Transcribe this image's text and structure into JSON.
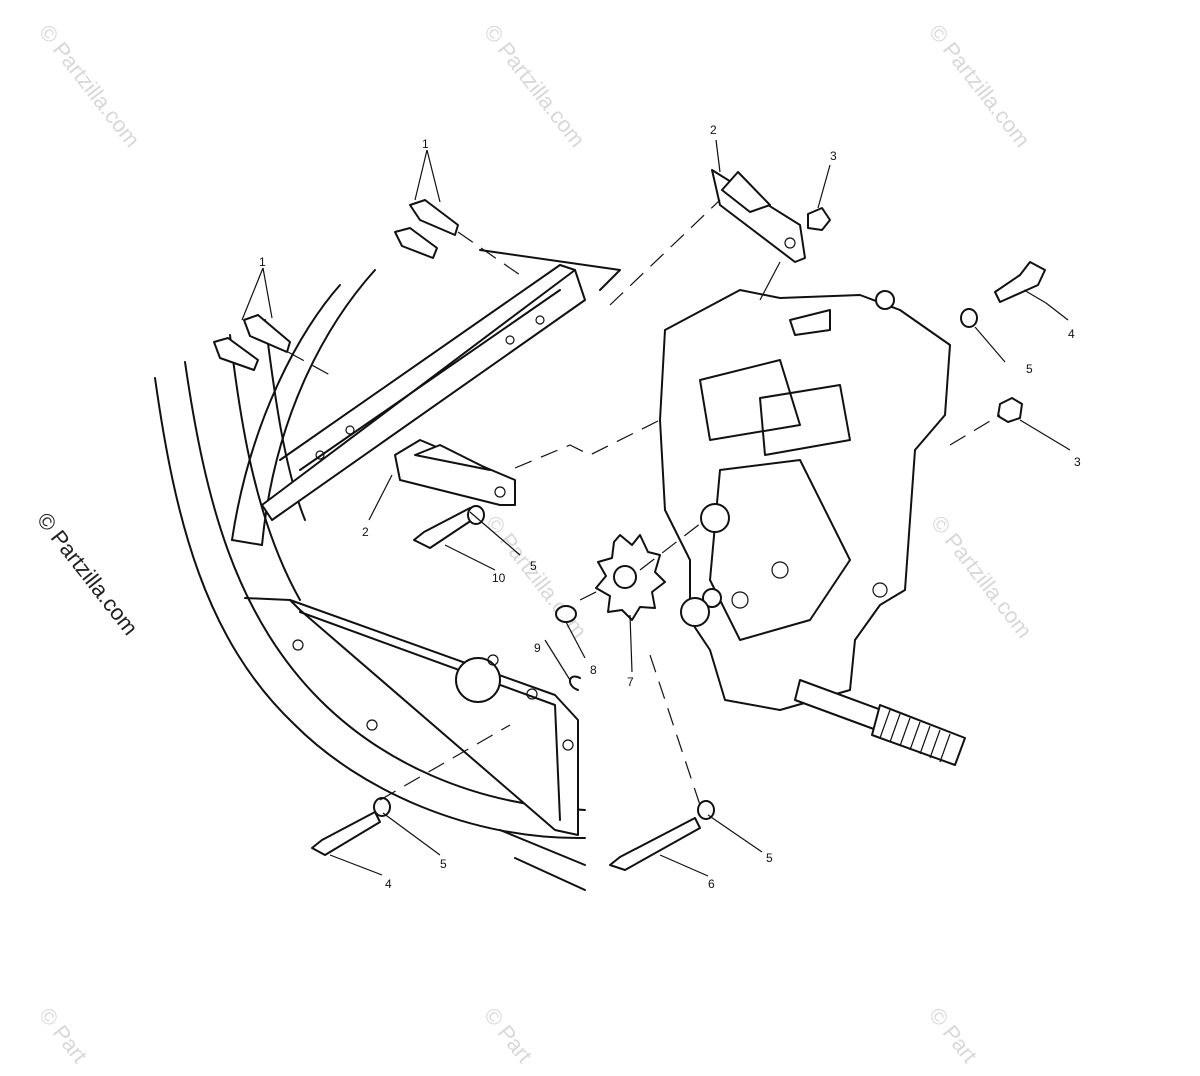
{
  "watermark": {
    "text": "© Partzilla.com",
    "truncated_text": "© Part"
  },
  "side_watermark": "© Partzilla.com",
  "callouts": [
    {
      "id": "c1a",
      "label": "1"
    },
    {
      "id": "c1b",
      "label": "1"
    },
    {
      "id": "c2a",
      "label": "2"
    },
    {
      "id": "c2b",
      "label": "2"
    },
    {
      "id": "c3a",
      "label": "3"
    },
    {
      "id": "c3b",
      "label": "3"
    },
    {
      "id": "c4a",
      "label": "4"
    },
    {
      "id": "c4b",
      "label": "4"
    },
    {
      "id": "c5a",
      "label": "5"
    },
    {
      "id": "c5b",
      "label": "5"
    },
    {
      "id": "c5c",
      "label": "5"
    },
    {
      "id": "c5d",
      "label": "5"
    },
    {
      "id": "c6",
      "label": "6"
    },
    {
      "id": "c7",
      "label": "7"
    },
    {
      "id": "c8",
      "label": "8"
    },
    {
      "id": "c9",
      "label": "9"
    },
    {
      "id": "c10",
      "label": "10"
    }
  ]
}
